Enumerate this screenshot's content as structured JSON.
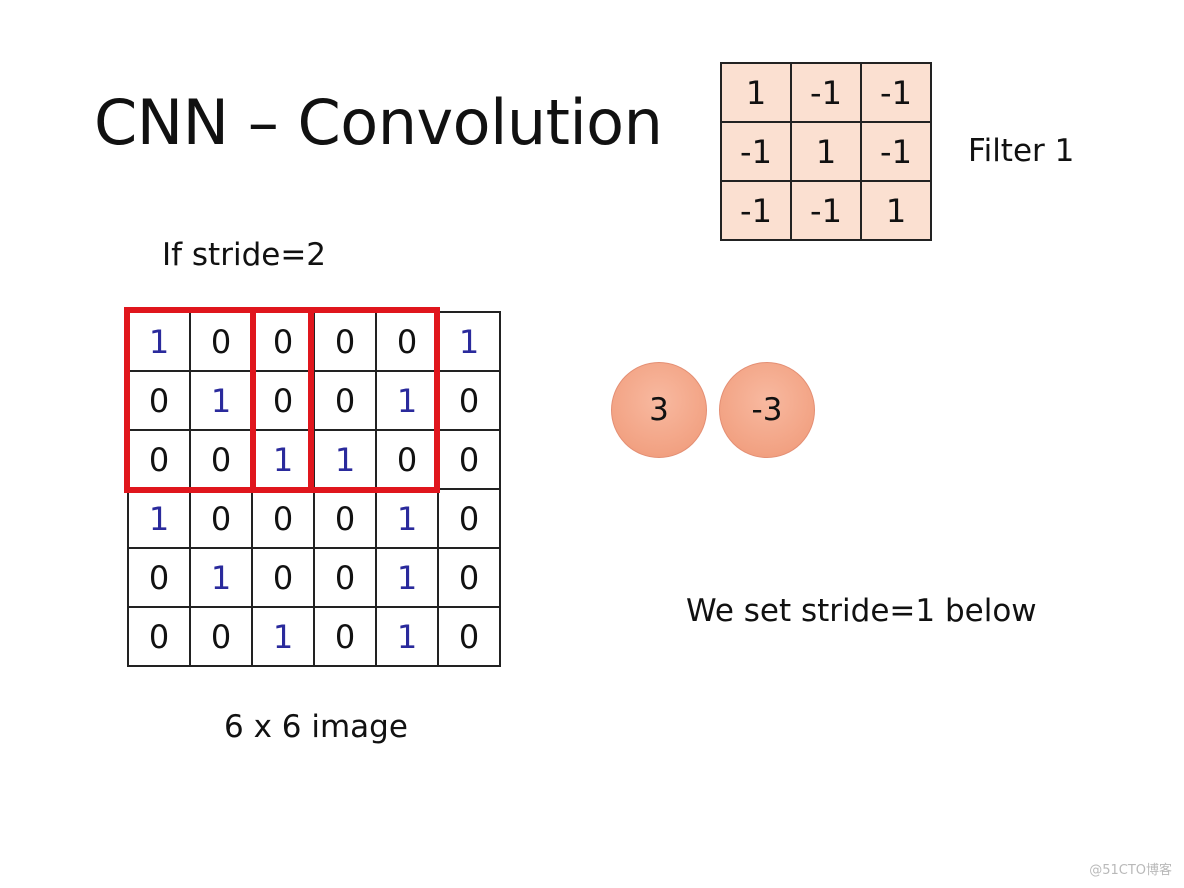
{
  "title": "CNN – Convolution",
  "filter": {
    "label": "Filter 1",
    "cells": [
      "1",
      "-1",
      "-1",
      "-1",
      "1",
      "-1",
      "-1",
      "-1",
      "1"
    ]
  },
  "stride_note": "If stride=2",
  "image": {
    "label": "6 x 6 image",
    "cells": [
      "1",
      "0",
      "0",
      "0",
      "0",
      "1",
      "0",
      "1",
      "0",
      "0",
      "1",
      "0",
      "0",
      "0",
      "1",
      "1",
      "0",
      "0",
      "1",
      "0",
      "0",
      "0",
      "1",
      "0",
      "0",
      "1",
      "0",
      "0",
      "1",
      "0",
      "0",
      "0",
      "1",
      "0",
      "1",
      "0"
    ],
    "highlight_color": "#e0161d",
    "one_color": "#2a2a9c"
  },
  "outputs": [
    "3",
    "-3"
  ],
  "bottom_note": "We set stride=1 below",
  "watermark": "@51CTO博客",
  "colors": {
    "filter_fill": "#fbe0d1",
    "circle_fill": "#f2a283"
  }
}
